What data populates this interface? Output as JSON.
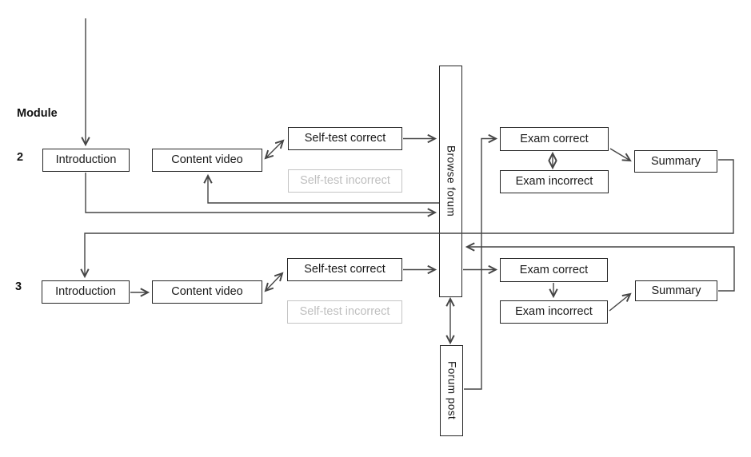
{
  "labels": {
    "module_header": "Module"
  },
  "modules": [
    {
      "number": "2",
      "nodes": {
        "introduction": "Introduction",
        "content_video": "Content video",
        "self_test_correct": "Self-test correct",
        "self_test_incorrect": "Self-test incorrect",
        "exam_correct": "Exam correct",
        "exam_incorrect": "Exam incorrect",
        "summary": "Summary"
      }
    },
    {
      "number": "3",
      "nodes": {
        "introduction": "Introduction",
        "content_video": "Content video",
        "self_test_correct": "Self-test correct",
        "self_test_incorrect": "Self-test incorrect",
        "exam_correct": "Exam correct",
        "exam_incorrect": "Exam incorrect",
        "summary": "Summary"
      }
    }
  ],
  "shared_nodes": {
    "browse_forum": "Browse forum",
    "forum_post": "Forum post"
  },
  "colors": {
    "background": "#ffffff",
    "active_box_border": "#262626",
    "inactive_box": "#bfbfbf",
    "connector": "#454545",
    "text": "#1a1a1a"
  },
  "edges": [
    {
      "from": "entry",
      "to": "module2.introduction",
      "type": "arrow"
    },
    {
      "from": "module2.content_video",
      "to": "module2.self_test_correct",
      "type": "double_arrow"
    },
    {
      "from": "module2.self_test_correct",
      "to": "browse_forum",
      "type": "arrow"
    },
    {
      "from": "browse_forum",
      "to": "module2.content_video",
      "type": "arrow"
    },
    {
      "from": "module2.introduction",
      "to": "browse_forum",
      "type": "arrow"
    },
    {
      "from": "forum_post",
      "to": "module2.exam_correct",
      "type": "arrow"
    },
    {
      "from": "module2.exam_correct",
      "to": "module2.exam_incorrect",
      "type": "double_arrow"
    },
    {
      "from": "module2.exam_correct",
      "to": "module2.summary",
      "type": "arrow"
    },
    {
      "from": "module2.summary",
      "to": "module3.introduction",
      "type": "arrow"
    },
    {
      "from": "module3.introduction",
      "to": "module3.content_video",
      "type": "arrow"
    },
    {
      "from": "module3.content_video",
      "to": "module3.self_test_correct",
      "type": "double_arrow"
    },
    {
      "from": "module3.self_test_correct",
      "to": "browse_forum",
      "type": "arrow"
    },
    {
      "from": "browse_forum",
      "to": "module3.exam_correct",
      "type": "arrow"
    },
    {
      "from": "module3.exam_correct",
      "to": "module3.exam_incorrect",
      "type": "arrow"
    },
    {
      "from": "module3.exam_incorrect",
      "to": "module3.summary",
      "type": "arrow"
    },
    {
      "from": "module3.summary",
      "to": "browse_forum",
      "type": "arrow"
    },
    {
      "from": "browse_forum",
      "to": "forum_post",
      "type": "double_arrow"
    }
  ]
}
